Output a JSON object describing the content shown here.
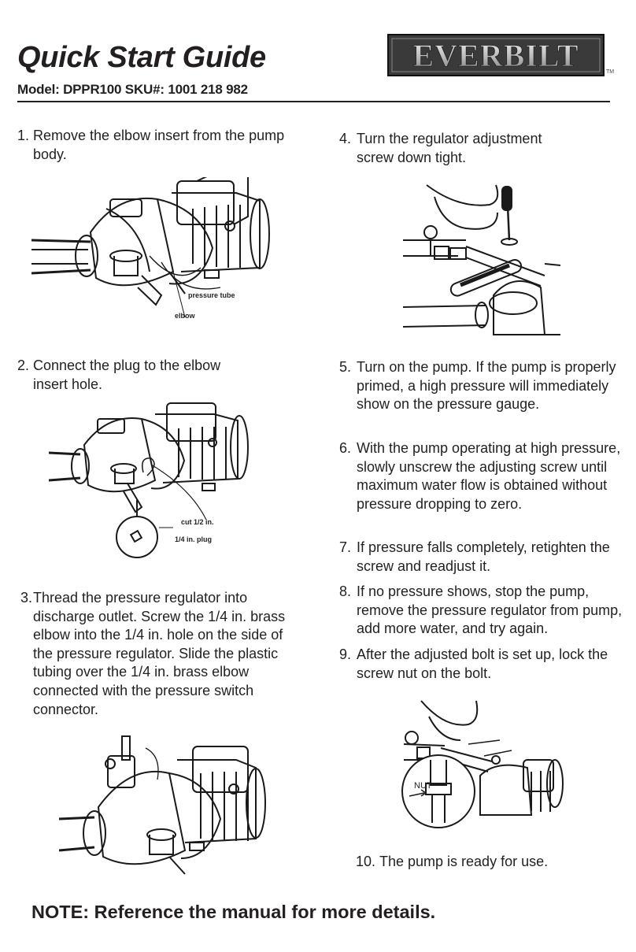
{
  "header": {
    "title": "Quick Start Guide",
    "model": "Model: DPPR100  SKU#: 1001 218 982",
    "brand": "EVERBILT",
    "tm": "TM"
  },
  "steps": [
    {
      "num": "1.",
      "text": "Remove the elbow insert from the pump body."
    },
    {
      "num": "2.",
      "text": "Connect the plug to the elbow insert hole."
    },
    {
      "num": "3.",
      "text": "Thread the pressure regulator into discharge outlet. Screw the 1/4 in. brass elbow into the 1/4 in. hole on the side of the pressure regulator. Slide the plastic tubing over the 1/4 in. brass elbow connected with the pressure switch connector."
    },
    {
      "num": "4.",
      "text": "Turn the regulator adjustment screw down tight."
    },
    {
      "num": "5.",
      "text": "Turn on the pump. If the pump is properly primed, a high pressure will immediately show on the pressure gauge."
    },
    {
      "num": "6.",
      "text": "With the pump operating at high pressure, slowly unscrew the adjusting screw until maximum water flow is obtained without pressure dropping to zero."
    },
    {
      "num": "7.",
      "text": "If pressure falls completely, retighten the screw and readjust it."
    },
    {
      "num": "8.",
      "text": "If no pressure shows, stop the pump, remove the pressure regulator from pump, add more water, and try again."
    },
    {
      "num": "9.",
      "text": "After the adjusted bolt is set up, lock the screw nut on the bolt."
    },
    {
      "num": "10.",
      "text": "The pump is ready for use."
    }
  ],
  "labels": {
    "pressure_tube": "pressure tube",
    "elbow": "elbow",
    "cut": "cut 1/2 in.",
    "plug": "1/4 in. plug",
    "nut": "NUT"
  },
  "note": "NOTE: Reference the manual for more details."
}
